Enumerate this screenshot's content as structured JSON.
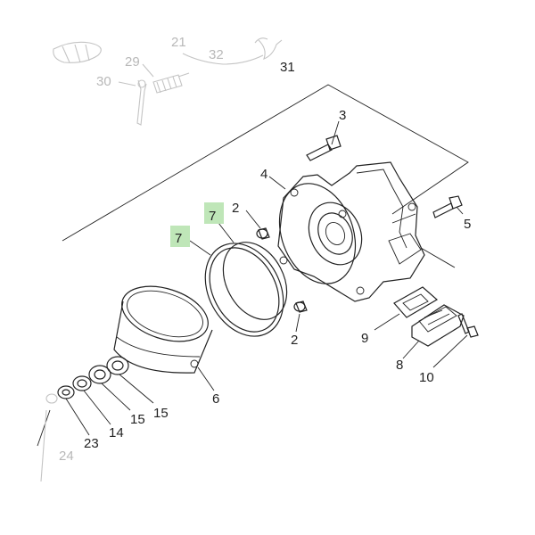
{
  "labels": {
    "p2_top": "2",
    "p2_bottom": "2",
    "p3": "3",
    "p4": "4",
    "p5": "5",
    "p6": "6",
    "p7_a": "7",
    "p7_b": "7",
    "p8": "8",
    "p9": "9",
    "p10": "10",
    "p14": "14",
    "p15_a": "15",
    "p15_b": "15",
    "p23": "23",
    "p24": "24",
    "p21": "21",
    "p29": "29",
    "p30": "30",
    "p31": "31",
    "p32": "32"
  },
  "colors": {
    "highlight": "#bfe6b8",
    "line": "#222222",
    "faded": "#c4c4c4"
  }
}
